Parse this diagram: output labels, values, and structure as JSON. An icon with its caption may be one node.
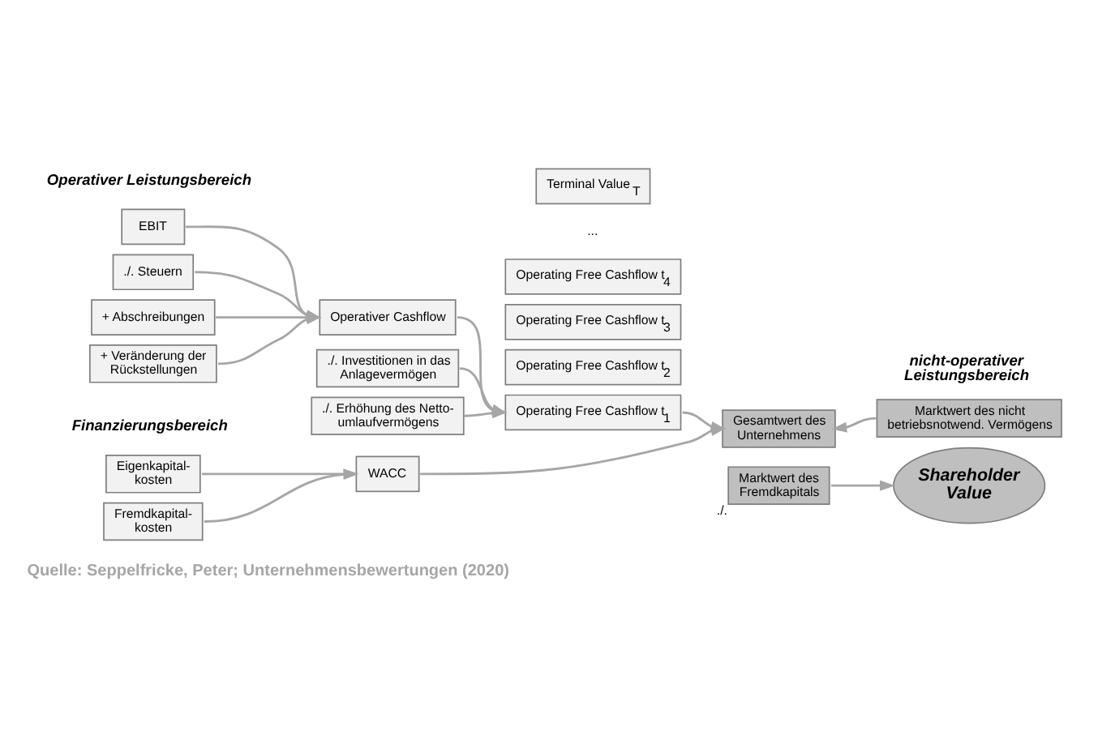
{
  "diagram": {
    "caption": "Quelle: Seppelfricke, Peter; Unternehmensbewertungen (2020)",
    "nodes": [
      {
        "text": [
          "EBIT"
        ]
      },
      {
        "text": [
          "./. Steuern"
        ]
      },
      {
        "text": [
          "+ Abschreibungen"
        ]
      },
      {
        "text": [
          "+ Veränderung der Rückstellungen"
        ]
      },
      {
        "text": [
          "Operativer Cashflow"
        ]
      },
      {
        "text": [
          "./. Investitionen in das Anlagevermögen"
        ]
      },
      {
        "text": [
          "./. Erhöhung des Netto- umlaufvermögens"
        ]
      },
      {
        "text": [
          "Terminal Value $_{T}$"
        ]
      },
      {
        "text": [
          "Operating Free Cashflow t$_{4}$"
        ]
      },
      {
        "text": [
          "Operating Free Cashflow t$_{3}$"
        ]
      },
      {
        "text": [
          "Operating Free Cashflow t$_{2}$"
        ]
      },
      {
        "text": [
          "Operating Free Cashflow t$_{1}$"
        ]
      },
      {
        "text": [
          "Gesamtwert des Unternehmens"
        ]
      },
      {
        "text": [
          "Marktwert des nicht betriebsnotwend. Vermögens"
        ]
      },
      {
        "text": [
          "Marktwert des Fremdkapitals"
        ],
        "beside": [
          "./."
        ]
      },
      {
        "text": [
          "Shareholder Value"
        ]
      },
      {
        "text": [
          "Eigenkapital- kosten"
        ]
      },
      {
        "text": [
          "Fremdkapital- kosten"
        ]
      },
      {
        "text": [
          "WACC"
        ]
      }
    ],
    "edges": [
      {
        "from": 0,
        "to": 4,
        "arrow": "to"
      },
      {
        "from": 1,
        "to": 4,
        "arrow": "to"
      },
      {
        "from": 2,
        "to": 4,
        "arrow": "to"
      },
      {
        "from": 3,
        "to": 4,
        "arrow": "to"
      },
      {
        "from": 4,
        "to": 11,
        "arrow": "to"
      },
      {
        "from": 5,
        "to": 11,
        "arrow": "to"
      },
      {
        "from": 6,
        "to": 11,
        "arrow": "to"
      },
      {
        "from": 11,
        "to": 12,
        "arrow": "to"
      },
      {
        "from": 16,
        "to": 18,
        "arrow": "to"
      },
      {
        "from": 17,
        "to": 18,
        "arrow": "to"
      },
      {
        "from": 18,
        "to": 12,
        "arrow": "to"
      },
      {
        "from": 13,
        "to": 12,
        "arrow": "to"
      },
      {
        "from": 14,
        "to": 15,
        "arrow": "to"
      }
    ],
    "labels": [
      "Operativer Leistungsbereich",
      "...",
      "nicht-operativer Leistungsbereich",
      "Finanzierungsbereich"
    ]
  }
}
